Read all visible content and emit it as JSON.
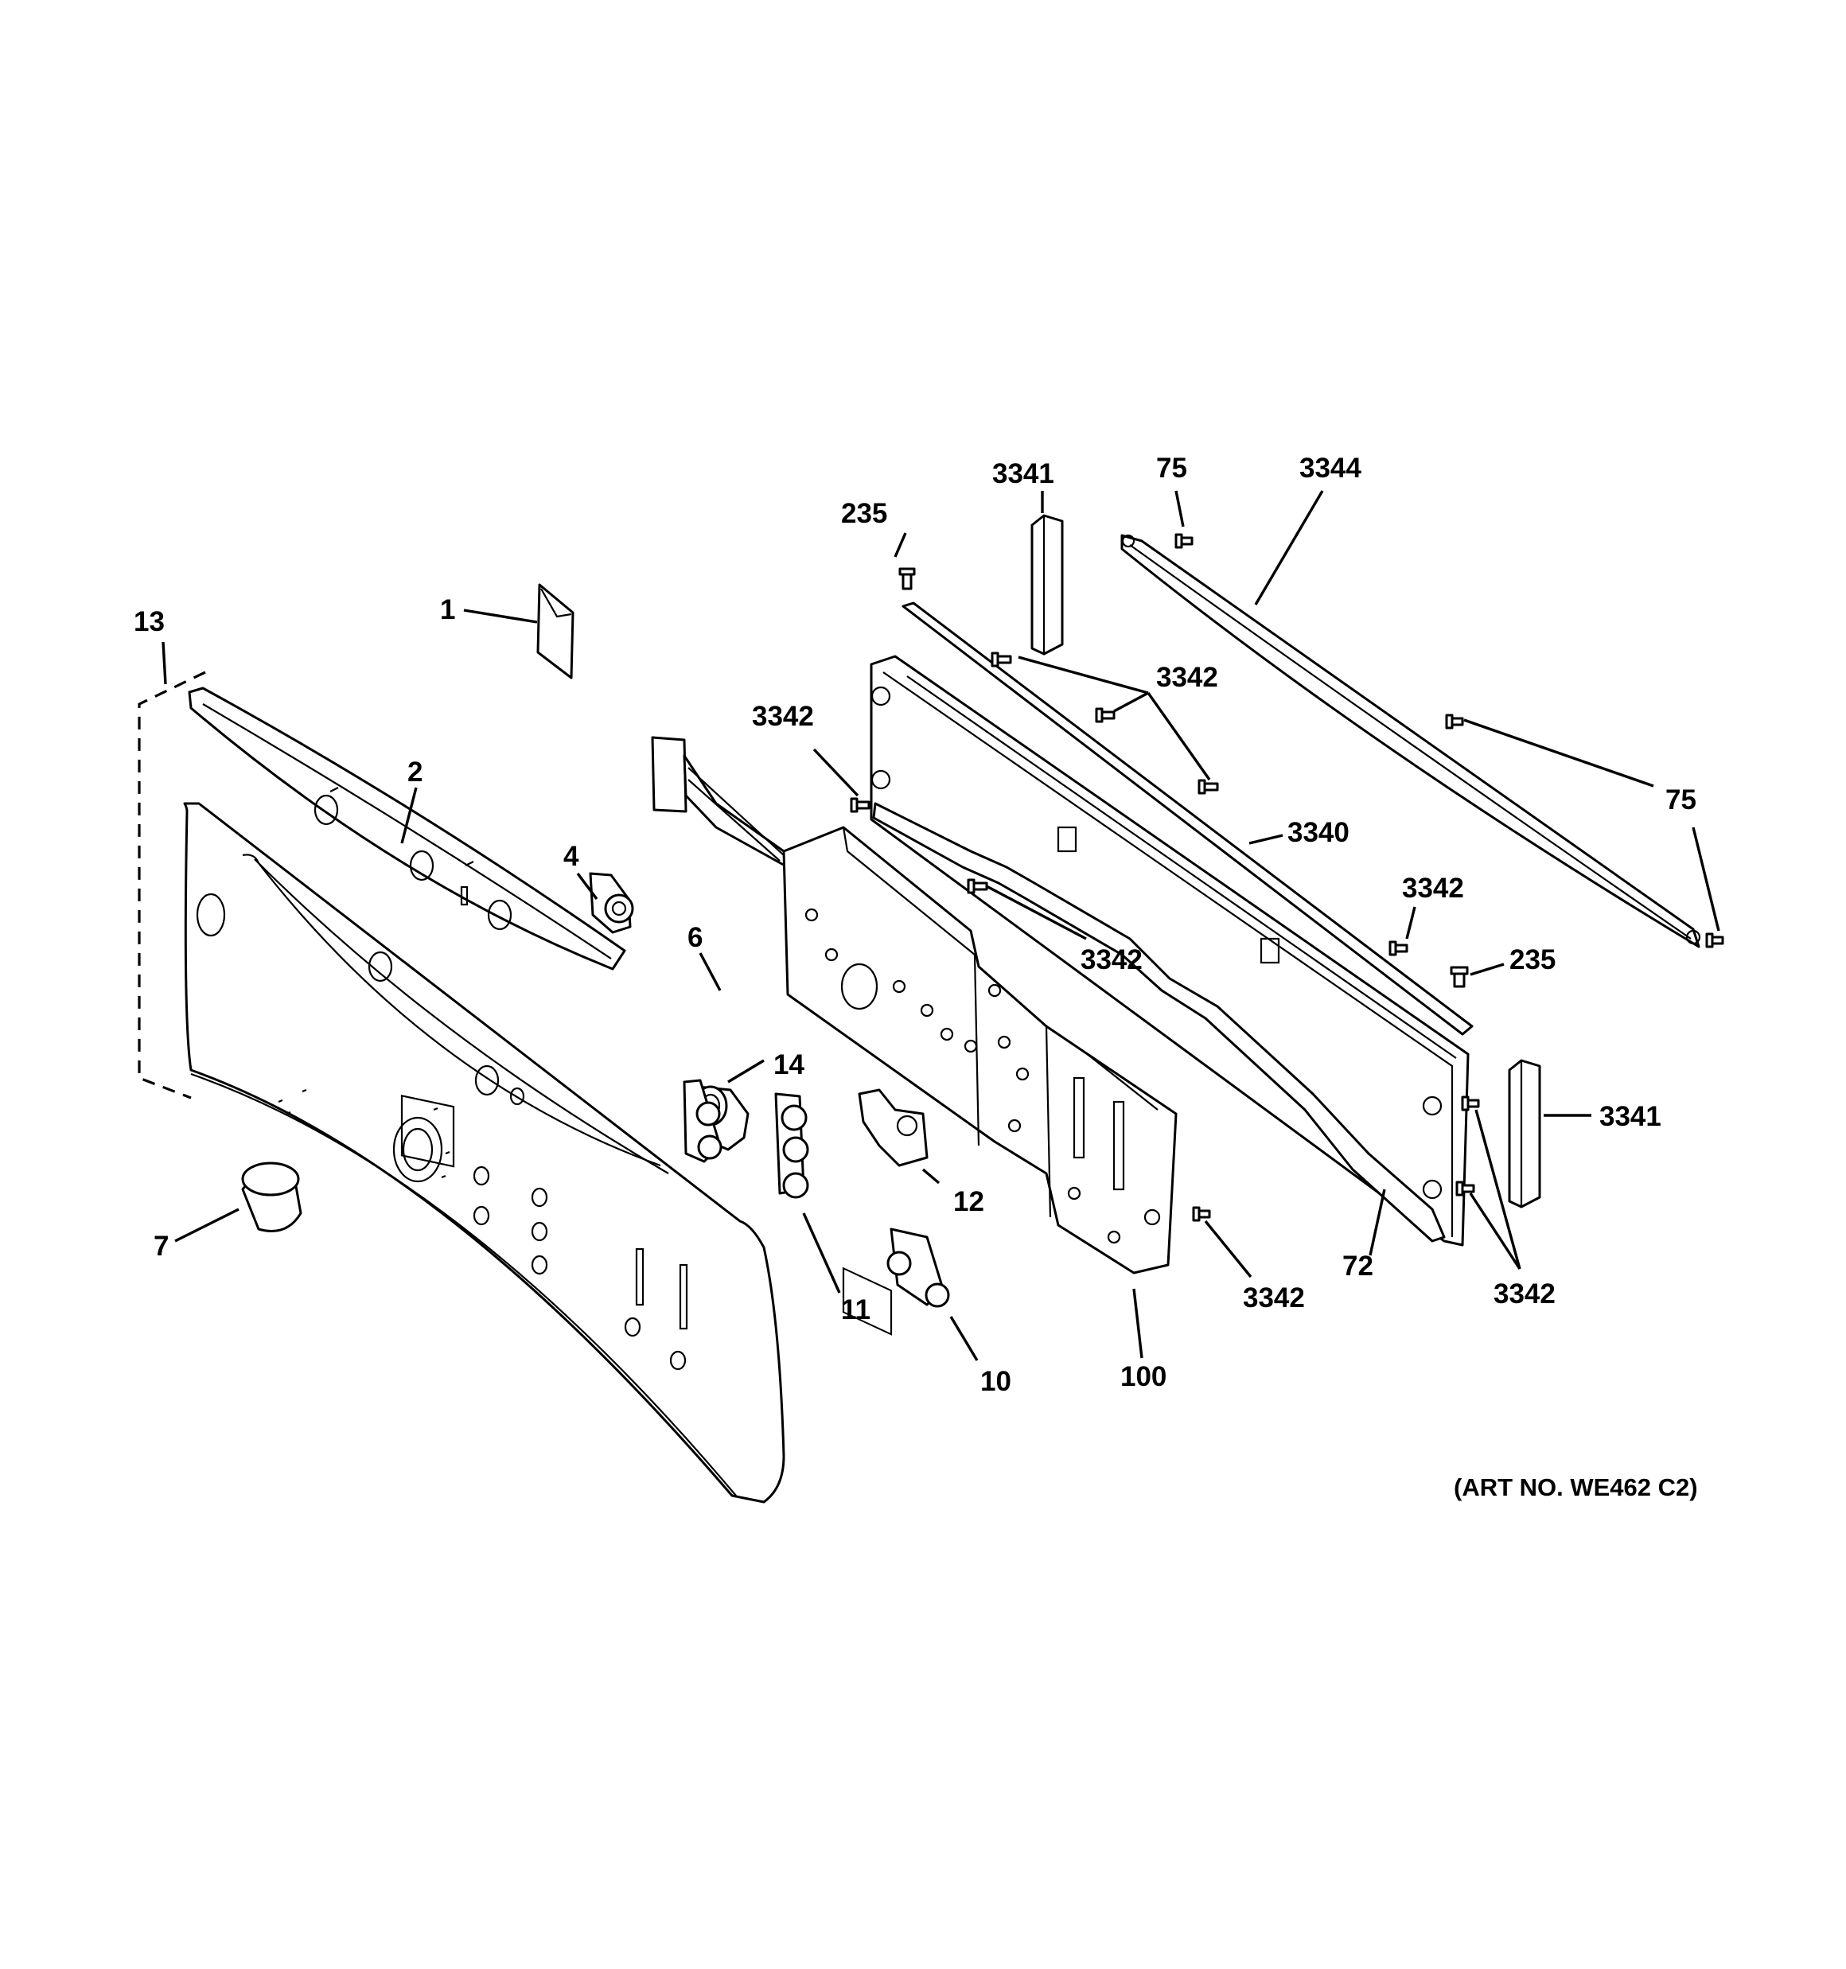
{
  "diagram": {
    "art_number": "(ART NO. WE462 C2)",
    "callouts": {
      "c1": "1",
      "c2": "2",
      "c4": "4",
      "c6": "6",
      "c7": "7",
      "c10": "10",
      "c11": "11",
      "c12": "12",
      "c13": "13",
      "c14": "14",
      "c72": "72",
      "c75a": "75",
      "c75b": "75",
      "c100": "100",
      "c235a": "235",
      "c235b": "235",
      "c3340": "3340",
      "c3341a": "3341",
      "c3341b": "3341",
      "c3342a": "3342",
      "c3342b": "3342",
      "c3342c": "3342",
      "c3342d": "3342",
      "c3342e": "3342",
      "c3342f": "3342",
      "c3344": "3344"
    }
  }
}
